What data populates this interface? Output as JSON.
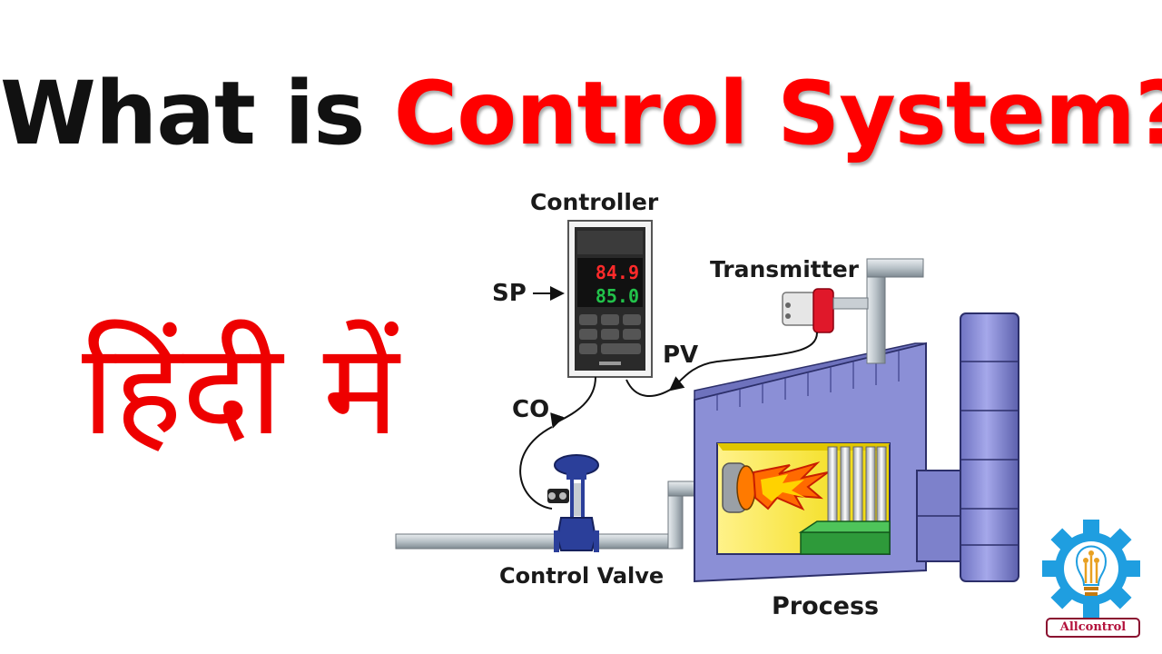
{
  "title": {
    "prefix": "What is",
    "highlight": "Control System?"
  },
  "subtitle_hindi": "हिंदी में",
  "diagram": {
    "labels": {
      "controller": "Controller",
      "transmitter": "Transmitter",
      "sp": "SP",
      "pv": "PV",
      "co": "CO",
      "control_valve": "Control Valve",
      "process": "Process"
    },
    "controller_display": {
      "pv_value": "84.9",
      "sp_value": "85.0",
      "pv_color": "#ff2a2a",
      "sp_color": "#22c24a"
    },
    "colors": {
      "furnace": "#8b8fd6",
      "chamber": "#f2e71c",
      "valve": "#2b3f9a",
      "flame": "#ff6a00"
    }
  },
  "logo": {
    "name": "Allcontrol",
    "gear_color": "#1f9ee0"
  }
}
